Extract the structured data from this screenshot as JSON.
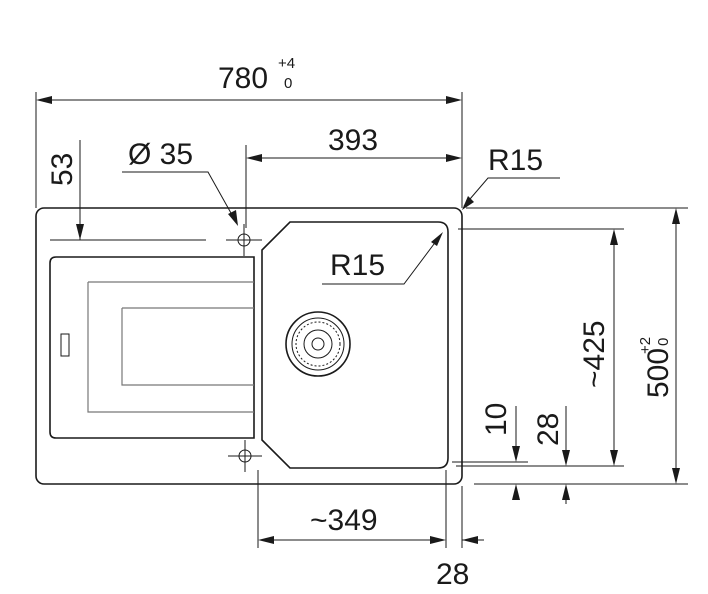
{
  "drawing": {
    "overall_width": {
      "value": "780",
      "tol_upper": "+4",
      "tol_lower": "0"
    },
    "offset_top": "53",
    "drain_hole_diameter": "Ø 35",
    "bowl_offset_width": "393",
    "outer_radius": "R15",
    "bowl_radius": "R15",
    "bowl_depth": "~425",
    "overall_depth": {
      "value": "500",
      "tol_upper": "+2",
      "tol_lower": "0"
    },
    "bottom_offset_1": "10",
    "bottom_offset_2": "28",
    "bowl_width": "~349",
    "right_offset": "28"
  }
}
